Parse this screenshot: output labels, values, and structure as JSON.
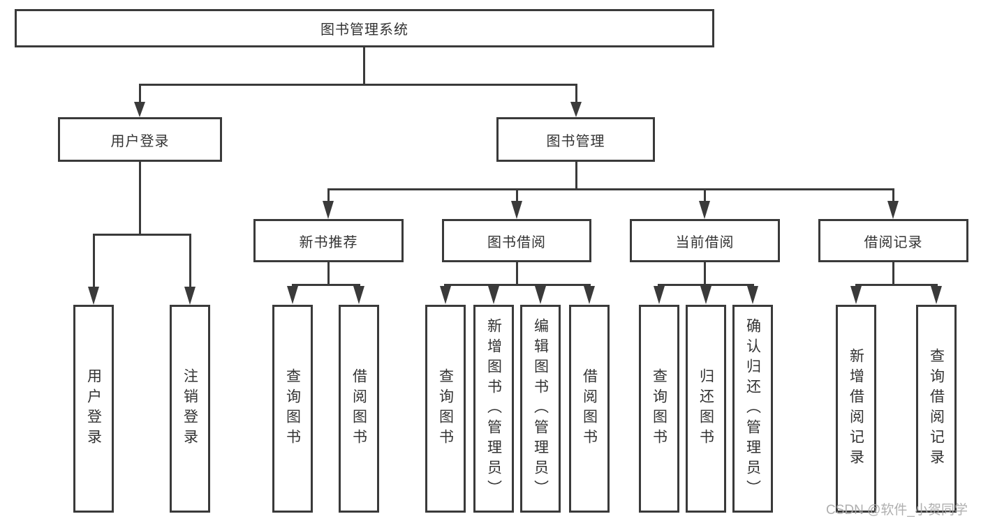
{
  "watermark": "CSDN @软件_小贺同学",
  "colors": {
    "line": "#3a3a3a",
    "text": "#333333",
    "watermark": "#a8a8a8",
    "background": "#ffffff"
  },
  "tree": {
    "root": {
      "label": "图书管理系统"
    },
    "branches": [
      {
        "label": "用户登录",
        "leaves": [
          {
            "label": "用户登录"
          },
          {
            "label": "注销登录"
          }
        ]
      },
      {
        "label": "图书管理",
        "groups": [
          {
            "label": "新书推荐",
            "leaves": [
              {
                "label": "查询图书"
              },
              {
                "label": "借阅图书"
              }
            ]
          },
          {
            "label": "图书借阅",
            "leaves": [
              {
                "label": "查询图书"
              },
              {
                "label": "新增图书（管理员）"
              },
              {
                "label": "编辑图书（管理员）"
              },
              {
                "label": "借阅图书"
              }
            ]
          },
          {
            "label": "当前借阅",
            "leaves": [
              {
                "label": "查询图书"
              },
              {
                "label": "归还图书"
              },
              {
                "label": "确认归还（管理员）"
              }
            ]
          },
          {
            "label": "借阅记录",
            "leaves": [
              {
                "label": "新增借阅记录"
              },
              {
                "label": "查询借阅记录"
              }
            ]
          }
        ]
      }
    ]
  }
}
